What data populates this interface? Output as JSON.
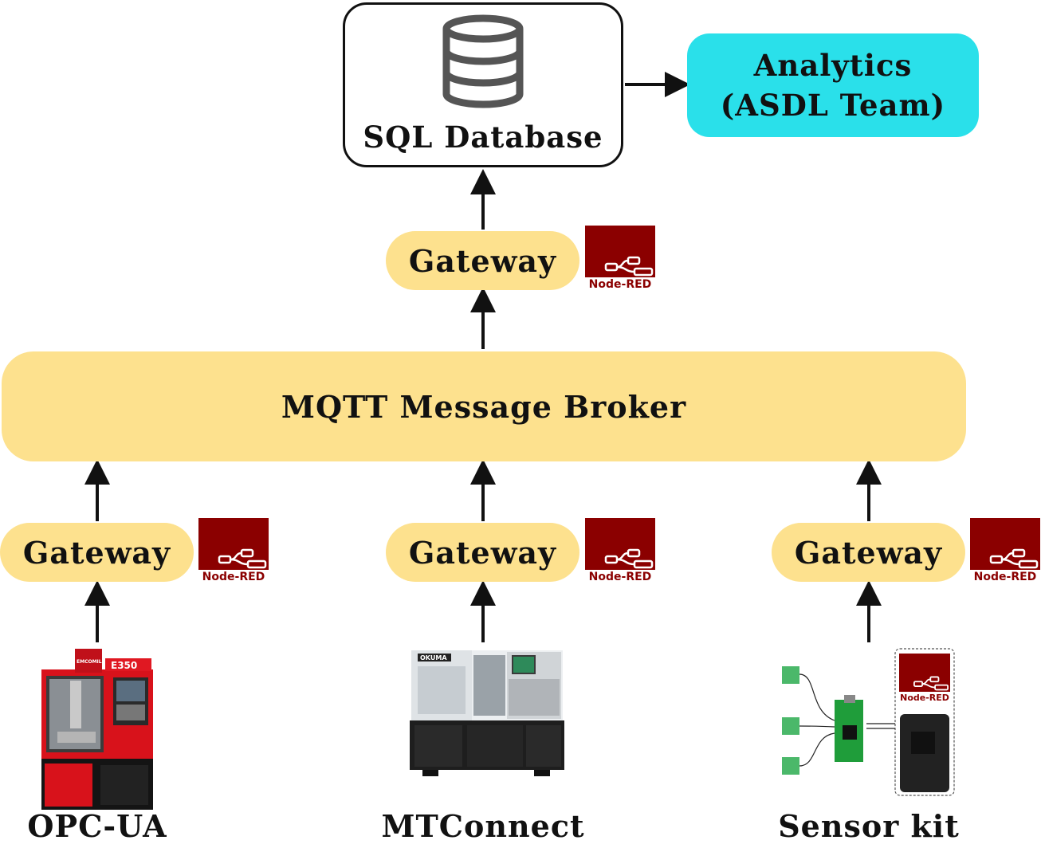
{
  "database": {
    "label": "SQL Database",
    "icon": "database-icon"
  },
  "analytics": {
    "line1": "Analytics",
    "line2": "(ASDL Team)",
    "color": "#2ae0ea"
  },
  "broker": {
    "label": "MQTT Message Broker",
    "color": "#fde18e"
  },
  "gateways": {
    "top": "Gateway",
    "left": "Gateway",
    "center": "Gateway",
    "right": "Gateway"
  },
  "node_red": {
    "label": "Node-RED",
    "color": "#8b0000"
  },
  "sources": {
    "opcua": "OPC-UA",
    "mtconnect": "MTConnect",
    "sensor": "Sensor kit"
  },
  "machine_labels": {
    "emco_brand": "EMCOMILL",
    "emco_model": "E350",
    "okuma_brand": "OKUMA"
  }
}
